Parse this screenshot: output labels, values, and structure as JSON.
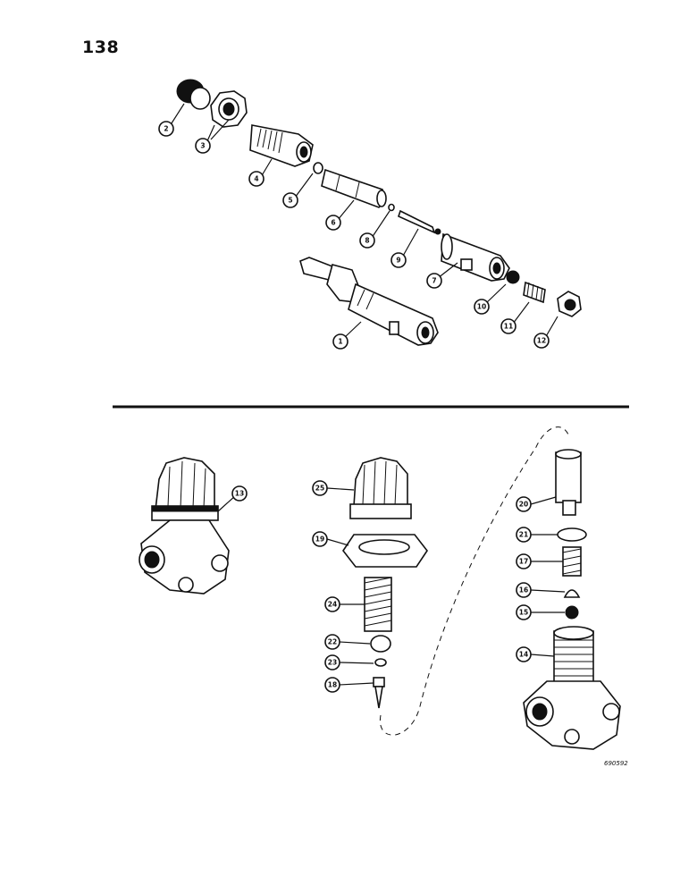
{
  "page": {
    "number": "138",
    "figure_code": "690592"
  },
  "callouts": [
    "1",
    "2",
    "3",
    "4",
    "5",
    "6",
    "7",
    "8",
    "9",
    "10",
    "11",
    "12",
    "13",
    "14",
    "15",
    "16",
    "17",
    "18",
    "19",
    "20",
    "21",
    "22",
    "23",
    "24",
    "25"
  ],
  "colors": {
    "ink": "#111111",
    "paper": "#ffffff"
  }
}
